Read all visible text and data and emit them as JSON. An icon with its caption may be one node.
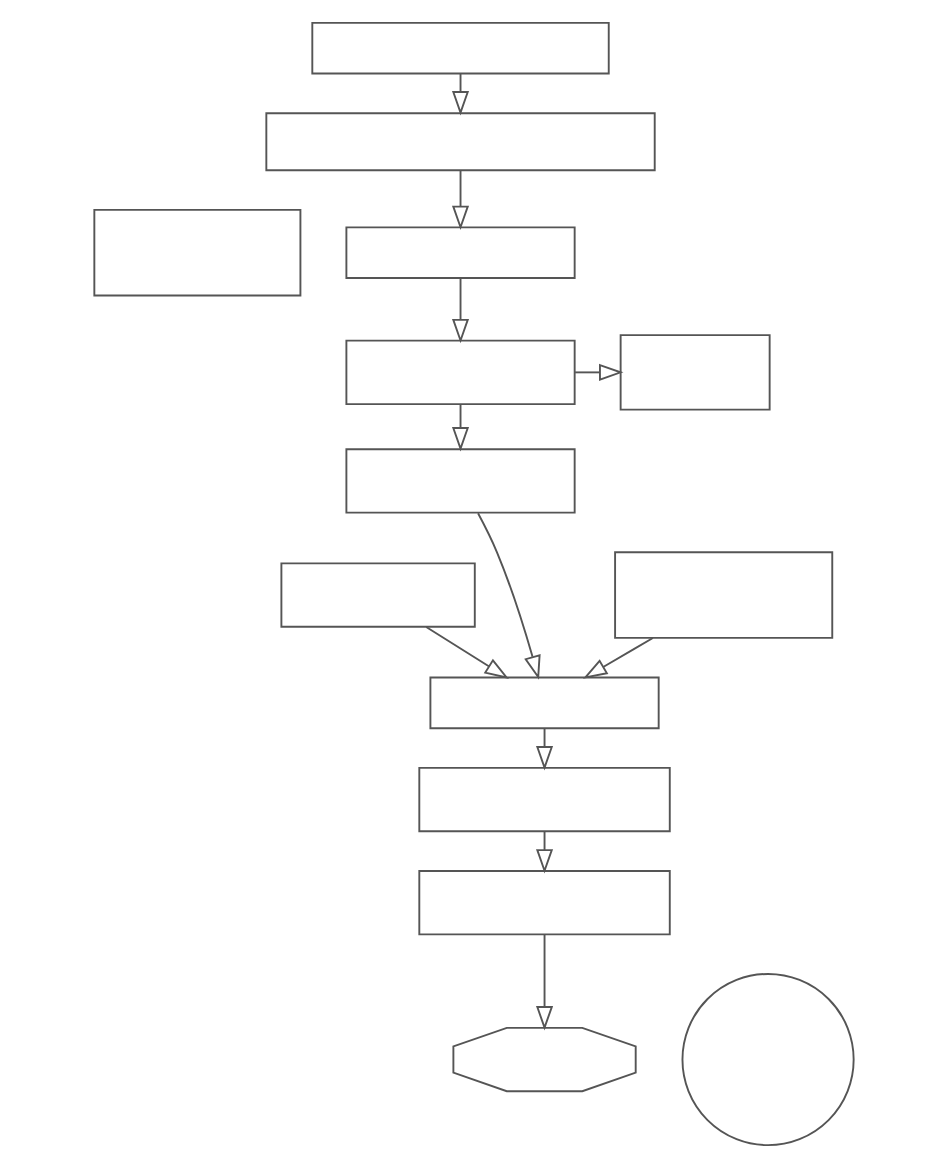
{
  "diagram": {
    "nodes": [
      {
        "text": [],
        "shape": "box"
      },
      {
        "text": [],
        "shape": "box"
      },
      {
        "text": [],
        "shape": "box"
      },
      {
        "text": [],
        "shape": "box"
      },
      {
        "text": [],
        "shape": "box"
      },
      {
        "text": [],
        "shape": "box"
      },
      {
        "text": [],
        "shape": "box"
      },
      {
        "text": [],
        "shape": "box"
      },
      {
        "text": [],
        "shape": "box"
      },
      {
        "text": [],
        "shape": "box"
      },
      {
        "text": [],
        "shape": "box"
      },
      {
        "text": [],
        "shape": "box"
      },
      {
        "text": [],
        "shape": "octagon"
      },
      {
        "text": [],
        "shape": "circle"
      }
    ],
    "edges": [
      {
        "from": 0,
        "to": 1,
        "arrow": "to"
      },
      {
        "from": 1,
        "to": 3,
        "arrow": "to"
      },
      {
        "from": 3,
        "to": 4,
        "arrow": "to"
      },
      {
        "from": 4,
        "to": 5,
        "arrow": "to"
      },
      {
        "from": 4,
        "to": 6,
        "arrow": "to"
      },
      {
        "from": 7,
        "to": 9,
        "arrow": "to"
      },
      {
        "from": 6,
        "to": 9,
        "arrow": "to"
      },
      {
        "from": 8,
        "to": 9,
        "arrow": "to"
      },
      {
        "from": 9,
        "to": 10,
        "arrow": "to"
      },
      {
        "from": 10,
        "to": 11,
        "arrow": "to"
      },
      {
        "from": 11,
        "to": 12,
        "arrow": "to"
      }
    ]
  }
}
